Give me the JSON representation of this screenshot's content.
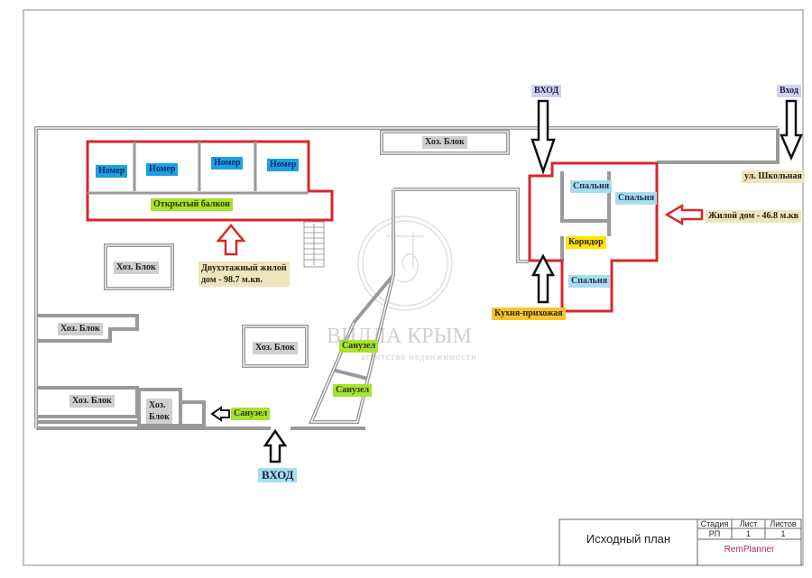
{
  "drawing": {
    "title_block": {
      "title": "Исходный план",
      "headers": [
        "Стадия",
        "Лист",
        "Листов"
      ],
      "values": [
        "РП",
        "1",
        "1"
      ],
      "software": "RemPlanner",
      "software_color": "#a0306a"
    },
    "watermark": {
      "name": "ВИЛЛА КРЫМ",
      "subtitle": "агентство недвижимости"
    },
    "colors": {
      "wall": "#9a9a9a",
      "highlight": "#d9262c",
      "arrow": "#111111"
    }
  },
  "rooms": {
    "nomer_1": "Номер",
    "nomer_2": "Номер",
    "nomer_3": "Номер",
    "nomer_4": "Номер",
    "balcony": "Открытый балкон",
    "hoz_top": "Хоз. Блок",
    "hoz_left_mid": "Хоз. Блок",
    "hoz_left_upper": "Хоз. Блок",
    "hoz_center": "Хоз. Блок",
    "hoz_left_lower": "Хоз. Блок",
    "hoz_small_1": "Хоз.",
    "hoz_small_2": "Блок",
    "sanuzel_bottom": "Санузел",
    "sanuzel_diag_1": "Санузел",
    "sanuzel_diag_2": "Санузел",
    "bedroom_1": "Спальня",
    "bedroom_2": "Спальня",
    "bedroom_3": "Спальня",
    "corridor": "Коридор",
    "kitchen_hall": "Кухня-прихожая"
  },
  "annotations": {
    "two_storey_line1": "Двухэтажный жилой",
    "two_storey_line2": "дом - 98.7 м.кв.",
    "house_area": "Жилой дом - 46.8 м.кв",
    "street": "ул. Школьная",
    "entrance_top_mid": "ВХОД",
    "entrance_top_right": "Вход",
    "entrance_bottom": "ВХОД"
  }
}
